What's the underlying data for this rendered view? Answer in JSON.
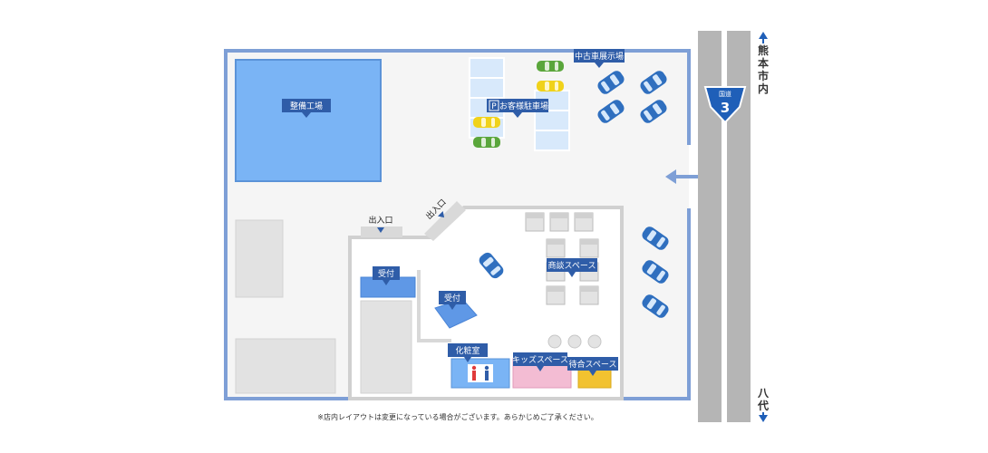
{
  "labels": {
    "service_shop": "整備工場",
    "used_car_display": "中古車展示場",
    "customer_parking": "お客様駐車場",
    "parking_mark": "P",
    "entrance_left": "出入口",
    "entrance_right": "出入口",
    "reception_1": "受付",
    "reception_2": "受付",
    "meeting_space": "商談スペース",
    "restroom": "化粧室",
    "kids_space": "キッズスペース",
    "waiting_space": "待合スペース"
  },
  "road": {
    "route_caption": "国道",
    "route_number": "3",
    "north_label": [
      "熊",
      "本",
      "市",
      "内"
    ],
    "south_label": [
      "八",
      "代"
    ]
  },
  "note": "※店内レイアウトは変更になっている場合がございます。あらかじめご了承ください。",
  "colors": {
    "accent_blue": "#2f5da8",
    "lot_background": "#f5f5f5",
    "outline_blue": "#7e9fd6",
    "service_shop": "#7ab4f5",
    "road": "#b5b5b5",
    "kids_space": "#f3bcd3",
    "waiting_space": "#f2c230"
  }
}
